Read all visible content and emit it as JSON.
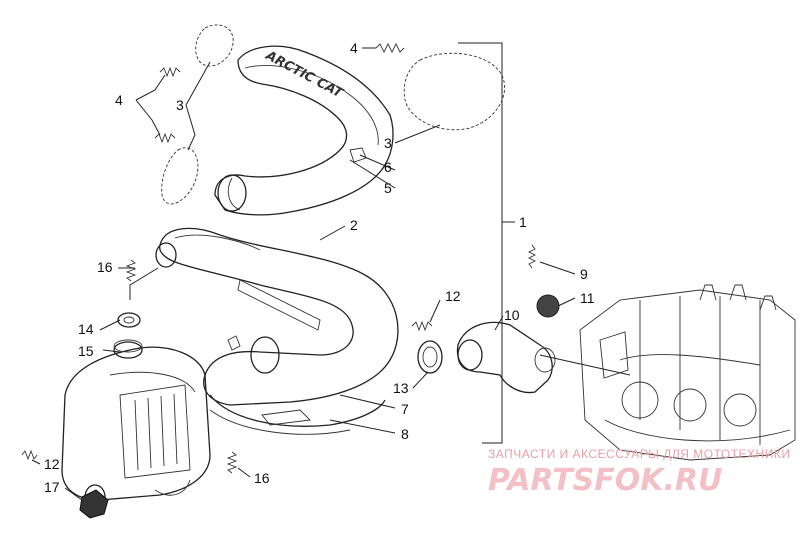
{
  "diagram": {
    "callouts": [
      {
        "id": "c1",
        "text": "1"
      },
      {
        "id": "c2",
        "text": "2"
      },
      {
        "id": "c3a",
        "text": "3"
      },
      {
        "id": "c3b",
        "text": "3"
      },
      {
        "id": "c4a",
        "text": "4"
      },
      {
        "id": "c4b",
        "text": "4"
      },
      {
        "id": "c5",
        "text": "5"
      },
      {
        "id": "c6",
        "text": "6"
      },
      {
        "id": "c7",
        "text": "7"
      },
      {
        "id": "c8",
        "text": "8"
      },
      {
        "id": "c9",
        "text": "9"
      },
      {
        "id": "c10",
        "text": "10"
      },
      {
        "id": "c11",
        "text": "11"
      },
      {
        "id": "c12a",
        "text": "12"
      },
      {
        "id": "c12b",
        "text": "12"
      },
      {
        "id": "c13",
        "text": "13"
      },
      {
        "id": "c14",
        "text": "14"
      },
      {
        "id": "c15",
        "text": "15"
      },
      {
        "id": "c16a",
        "text": "16"
      },
      {
        "id": "c16b",
        "text": "16"
      },
      {
        "id": "c17",
        "text": "17"
      }
    ],
    "shield_branding": "ARCTIC CAT"
  },
  "watermark": {
    "line1": "ЗАПЧАСТИ И АКСЕССУАРЫ ДЛЯ МОТОТЕХНИКИ",
    "line2": "PARTSFOK.RU"
  },
  "colors": {
    "line": "#222222",
    "watermark_light": "#f2c0c6",
    "watermark_text": "#e8a0a8",
    "background": "#ffffff"
  }
}
